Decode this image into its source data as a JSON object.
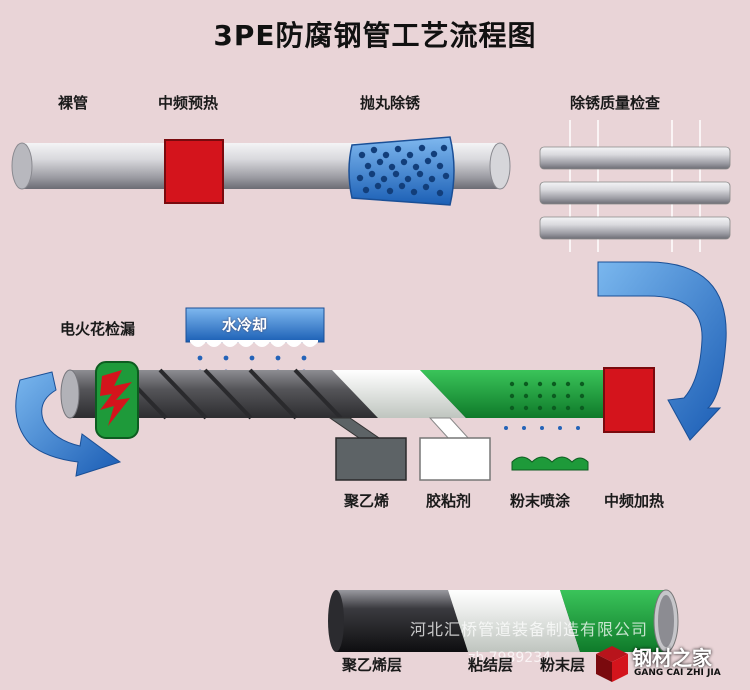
{
  "title": "3PE防腐钢管工艺流程图",
  "steps_top": {
    "bare_pipe": "裸管",
    "mid_freq_preheat": "中频预热",
    "shot_blast": "抛丸除锈",
    "rust_inspection": "除锈质量检查"
  },
  "steps_bottom": {
    "spark_leak_test": "电火花检漏",
    "water_cooling": "水冷却",
    "polyethylene": "聚乙烯",
    "adhesive": "胶粘剂",
    "powder_spray": "粉末喷涂",
    "mid_freq_heat": "中频加热"
  },
  "layer_labels": {
    "pe_layer": "聚乙烯层",
    "adhesive_layer": "粘结层",
    "powder_layer": "粉末层"
  },
  "watermark": {
    "company": "河北汇桥管道装备制造有限公司",
    "partial": "zh 7989234"
  },
  "logo": {
    "cn": "钢材之家",
    "en": "GANG CAI ZHI JIA"
  },
  "colors": {
    "background": "#e9d4d7",
    "pipe": "#c8c8cc",
    "heater": "#d4141c",
    "blast": "#2b72c8",
    "arrow": "#2f7fd0",
    "pe": "#5d6366",
    "adhesive": "#ffffff",
    "powder": "#1e9a3a"
  }
}
